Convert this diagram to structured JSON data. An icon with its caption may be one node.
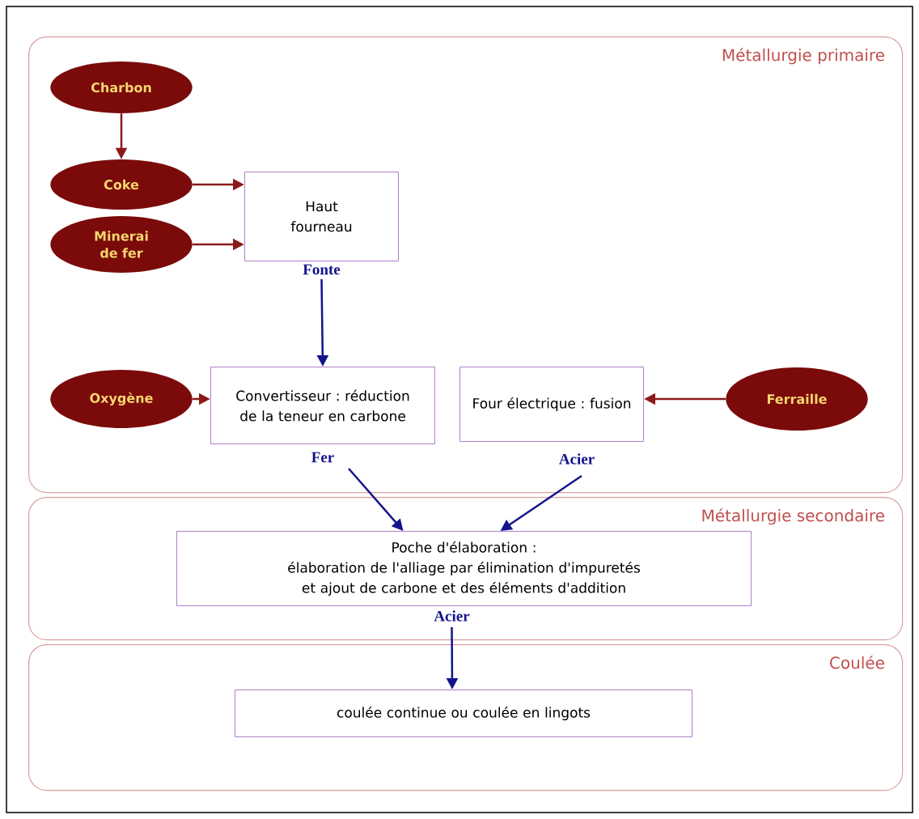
{
  "diagram": {
    "nodes": [
      {
        "text": [
          "Métallurgie primaire"
        ]
      },
      {
        "text": [
          "Charbon"
        ],
        "in": 0
      },
      {
        "text": [
          "Coke"
        ],
        "in": 0
      },
      {
        "text": [
          "Minerai de fer"
        ],
        "in": 0
      },
      {
        "text": [
          "Haut fourneau"
        ],
        "in": 0
      },
      {
        "text": [
          "Oxygène"
        ],
        "in": 0
      },
      {
        "text": [
          "Convertisseur : réduction de la teneur en carbone"
        ],
        "in": 0
      },
      {
        "text": [
          "Four électrique : fusion"
        ],
        "in": 0
      },
      {
        "text": [
          "Ferraille"
        ],
        "in": 0
      },
      {
        "text": [
          "Métallurgie secondaire"
        ]
      },
      {
        "text": [
          "Poche d'élaboration :",
          "élaboration de l'alliage par élimination d'impuretés et ajout de carbone et des éléments d'addition"
        ],
        "in": 9
      },
      {
        "text": [
          "Coulée"
        ]
      },
      {
        "text": [
          "coulée continue ou coulée en lingots"
        ],
        "in": 11
      }
    ],
    "edges": [
      {
        "from": 1,
        "to": 2,
        "arrow": "to"
      },
      {
        "from": 2,
        "to": 4,
        "arrow": "to"
      },
      {
        "from": 3,
        "to": 4,
        "arrow": "to"
      },
      {
        "from": 4,
        "to": 6,
        "arrow": "to",
        "label": "Fonte",
        "color": "#14148c"
      },
      {
        "from": 5,
        "to": 6,
        "arrow": "to"
      },
      {
        "from": 8,
        "to": 7,
        "arrow": "to"
      },
      {
        "from": 6,
        "to": 10,
        "arrow": "to",
        "label": "Fer",
        "color": "#14148c"
      },
      {
        "from": 7,
        "to": 10,
        "arrow": "to",
        "label": "Acier",
        "color": "#14148c"
      },
      {
        "from": 10,
        "to": 12,
        "arrow": "to",
        "label": "Acier",
        "color": "#14148c"
      }
    ]
  }
}
